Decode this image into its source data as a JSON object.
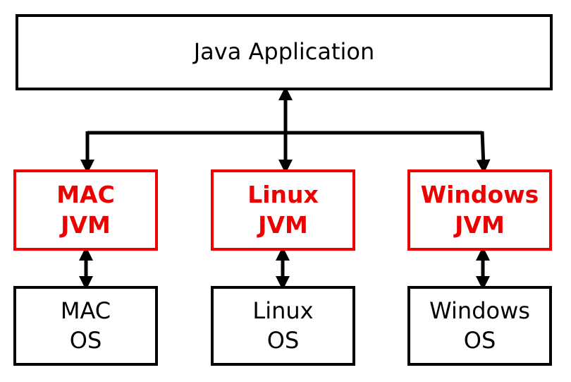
{
  "app": {
    "label": "Java Application"
  },
  "jvms": [
    {
      "line1": "MAC",
      "line2": "JVM"
    },
    {
      "line1": "Linux",
      "line2": "JVM"
    },
    {
      "line1": "Windows",
      "line2": "JVM"
    }
  ],
  "oses": [
    {
      "line1": "MAC",
      "line2": "OS"
    },
    {
      "line1": "Linux",
      "line2": "OS"
    },
    {
      "line1": "Windows",
      "line2": "OS"
    }
  ],
  "colors": {
    "jvm": "#ee0000",
    "default": "#000000"
  }
}
